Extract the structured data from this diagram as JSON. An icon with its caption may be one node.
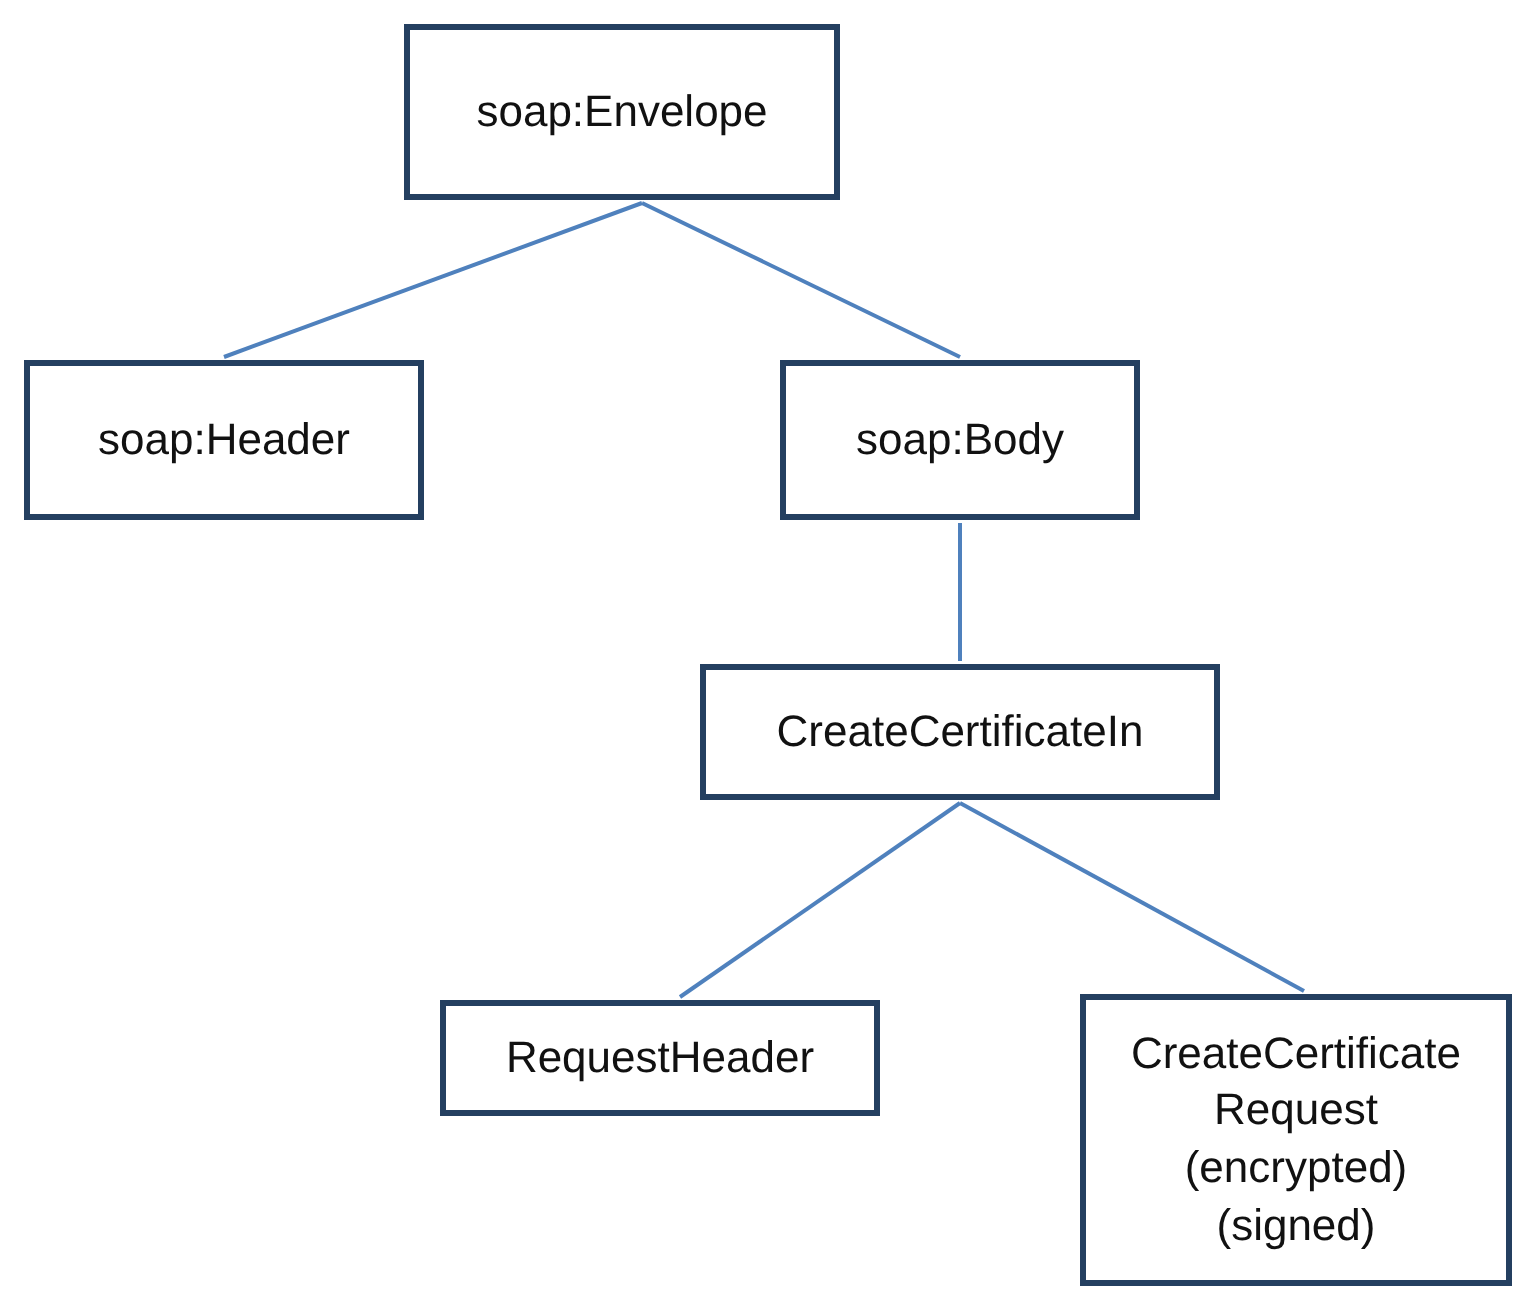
{
  "diagram": {
    "nodes": [
      {
        "text": [
          "soap:Envelope"
        ]
      },
      {
        "text": [
          "soap:Header"
        ]
      },
      {
        "text": [
          "soap:Body"
        ]
      },
      {
        "text": [
          "CreateCertificateIn"
        ]
      },
      {
        "text": [
          "RequestHeader"
        ]
      },
      {
        "text": [
          "CreateCertificate Request (encrypted) (signed)"
        ]
      }
    ],
    "edges": [
      {
        "from": 0,
        "to": 1,
        "arrow": "none"
      },
      {
        "from": 0,
        "to": 2,
        "arrow": "none"
      },
      {
        "from": 2,
        "to": 3,
        "arrow": "none"
      },
      {
        "from": 3,
        "to": 4,
        "arrow": "none"
      },
      {
        "from": 3,
        "to": 5,
        "arrow": "none"
      }
    ]
  }
}
